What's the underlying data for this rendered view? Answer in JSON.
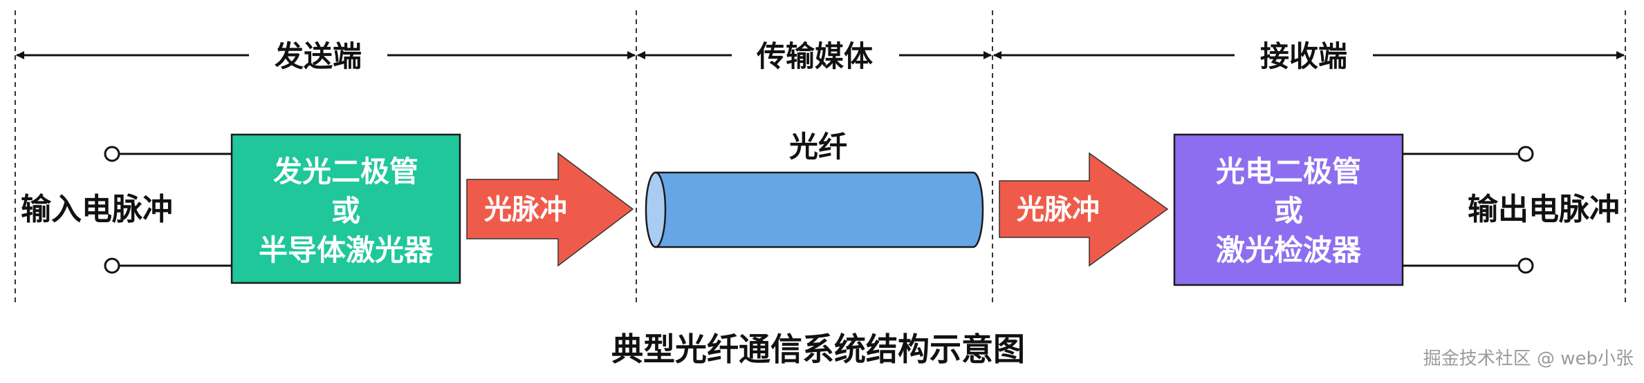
{
  "sections": {
    "sender": "发送端",
    "medium": "传输媒体",
    "receiver": "接收端"
  },
  "input_label": "输入电脉冲",
  "output_label": "输出电脉冲",
  "transmitter_box": {
    "line1": "发光二极管",
    "line2": "或",
    "line3": "半导体激光器",
    "color": "#1fc79a"
  },
  "receiver_box": {
    "line1": "光电二极管",
    "line2": "或",
    "line3": "激光检波器",
    "color": "#8d6ef0"
  },
  "light_pulse_left": "光脉冲",
  "light_pulse_right": "光脉冲",
  "arrow_color": "#ef5b4a",
  "fiber_label": "光纤",
  "fiber_color": "#66a6e6",
  "caption": "典型光纤通信系统结构示意图",
  "watermark": "掘金技术社区 @ web小张"
}
